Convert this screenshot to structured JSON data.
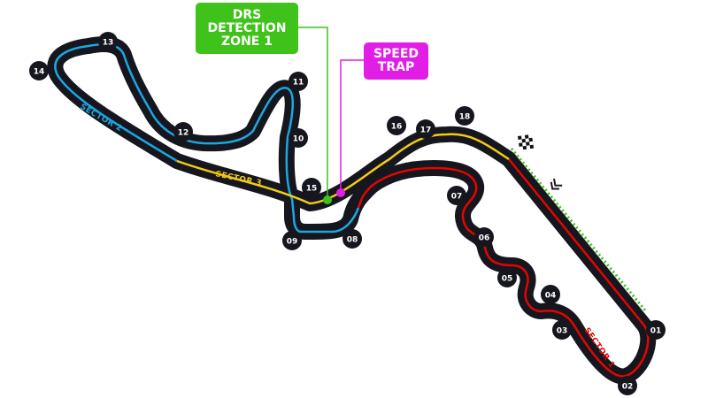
{
  "colors": {
    "track": "#16161e",
    "sector1": "#e10600",
    "sector2": "#1da7e0",
    "sector3": "#f2cc14",
    "drs": "#3fc21a",
    "speed_trap": "#e21de6",
    "finish_dots": "#3fc21a"
  },
  "callouts": {
    "drs_lines": [
      "DRS",
      "DETECTION",
      "ZONE 1"
    ],
    "speed_trap_lines": [
      "SPEED",
      "TRAP"
    ]
  },
  "sectors": {
    "s1": "SECTOR 1",
    "s2": "SECTOR 2",
    "s3": "SECTOR 3"
  },
  "turns": [
    "01",
    "02",
    "03",
    "04",
    "05",
    "06",
    "07",
    "08",
    "09",
    "10",
    "11",
    "12",
    "13",
    "14",
    "15",
    "16",
    "17",
    "18"
  ],
  "icons": {
    "finish": "checkered-flag-icon",
    "direction": "double-chevron-icon"
  }
}
